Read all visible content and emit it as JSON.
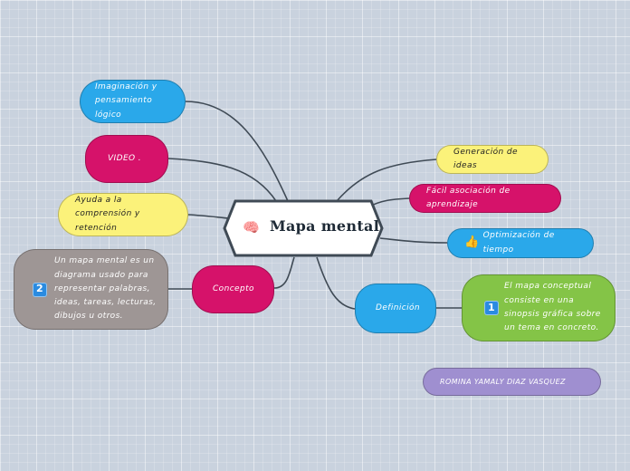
{
  "map": {
    "title": "Mapa mental",
    "title_icon": "brain-icon",
    "nodes": {
      "imaginacion": "Imaginación y pensamiento lógico",
      "video": "VIDEO .",
      "ayuda": "Ayuda a la comprensión y retención",
      "concepto": "Concepto",
      "concepto_desc": "Un mapa mental es un diagrama usado para representar palabras, ideas, tareas, lecturas, dibujos u otros.",
      "concepto_badge": "2",
      "generacion": "Generación de ideas",
      "facil": "Fácil asociación de aprendizaje",
      "optimizacion": "Optimización de tiempo",
      "optimizacion_icon": "thumbs-up-icon",
      "definicion": "Definición",
      "definicion_desc": "El mapa conceptual consiste en una sinopsis gráfica sobre un tema en concreto.",
      "definicion_badge": "1",
      "autor": "ROMINA YAMALY DIAZ VASQUEZ"
    }
  },
  "colors": {
    "blue": "#2aa8ea",
    "magenta": "#d6126a",
    "yellow": "#fbf27a",
    "gray": "#9e9695",
    "green": "#84c447",
    "purple": "#9f8fd0",
    "central_fill": "#ffffff",
    "central_border": "#3f4a55",
    "link": "#3f4a55"
  }
}
